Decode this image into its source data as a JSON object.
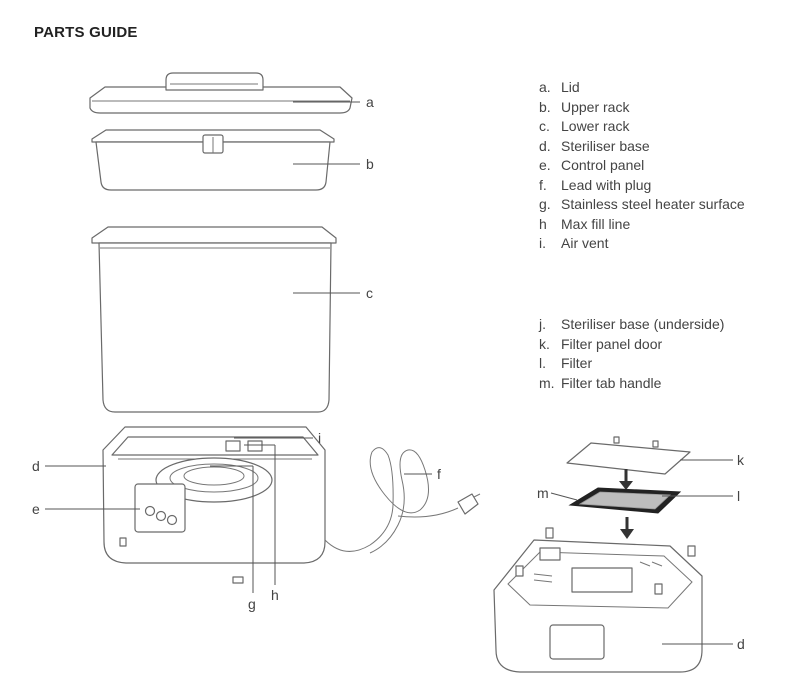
{
  "title": "PARTS GUIDE",
  "legend_top": [
    {
      "key": "a.",
      "text": "Lid"
    },
    {
      "key": "b.",
      "text": "Upper rack"
    },
    {
      "key": "c.",
      "text": "Lower rack"
    },
    {
      "key": "d.",
      "text": "Steriliser base"
    },
    {
      "key": "e.",
      "text": "Control panel"
    },
    {
      "key": "f.",
      "text": "Lead with plug"
    },
    {
      "key": "g.",
      "text": "Stainless steel heater surface"
    },
    {
      "key": "h",
      "text": "Max fill line"
    },
    {
      "key": "i.",
      "text": "Air vent"
    }
  ],
  "legend_bottom": [
    {
      "key": "j.",
      "text": "Steriliser base (underside)"
    },
    {
      "key": "k.",
      "text": "Filter panel door"
    },
    {
      "key": "l.",
      "text": "Filter"
    },
    {
      "key": "m.",
      "text": "Filter tab handle"
    }
  ],
  "callouts": {
    "a": "a",
    "b": "b",
    "c": "c",
    "d": "d",
    "e": "e",
    "f": "f",
    "g": "g",
    "h": "h",
    "i": "i",
    "k": "k",
    "l": "l",
    "m": "m",
    "d2": "d"
  }
}
